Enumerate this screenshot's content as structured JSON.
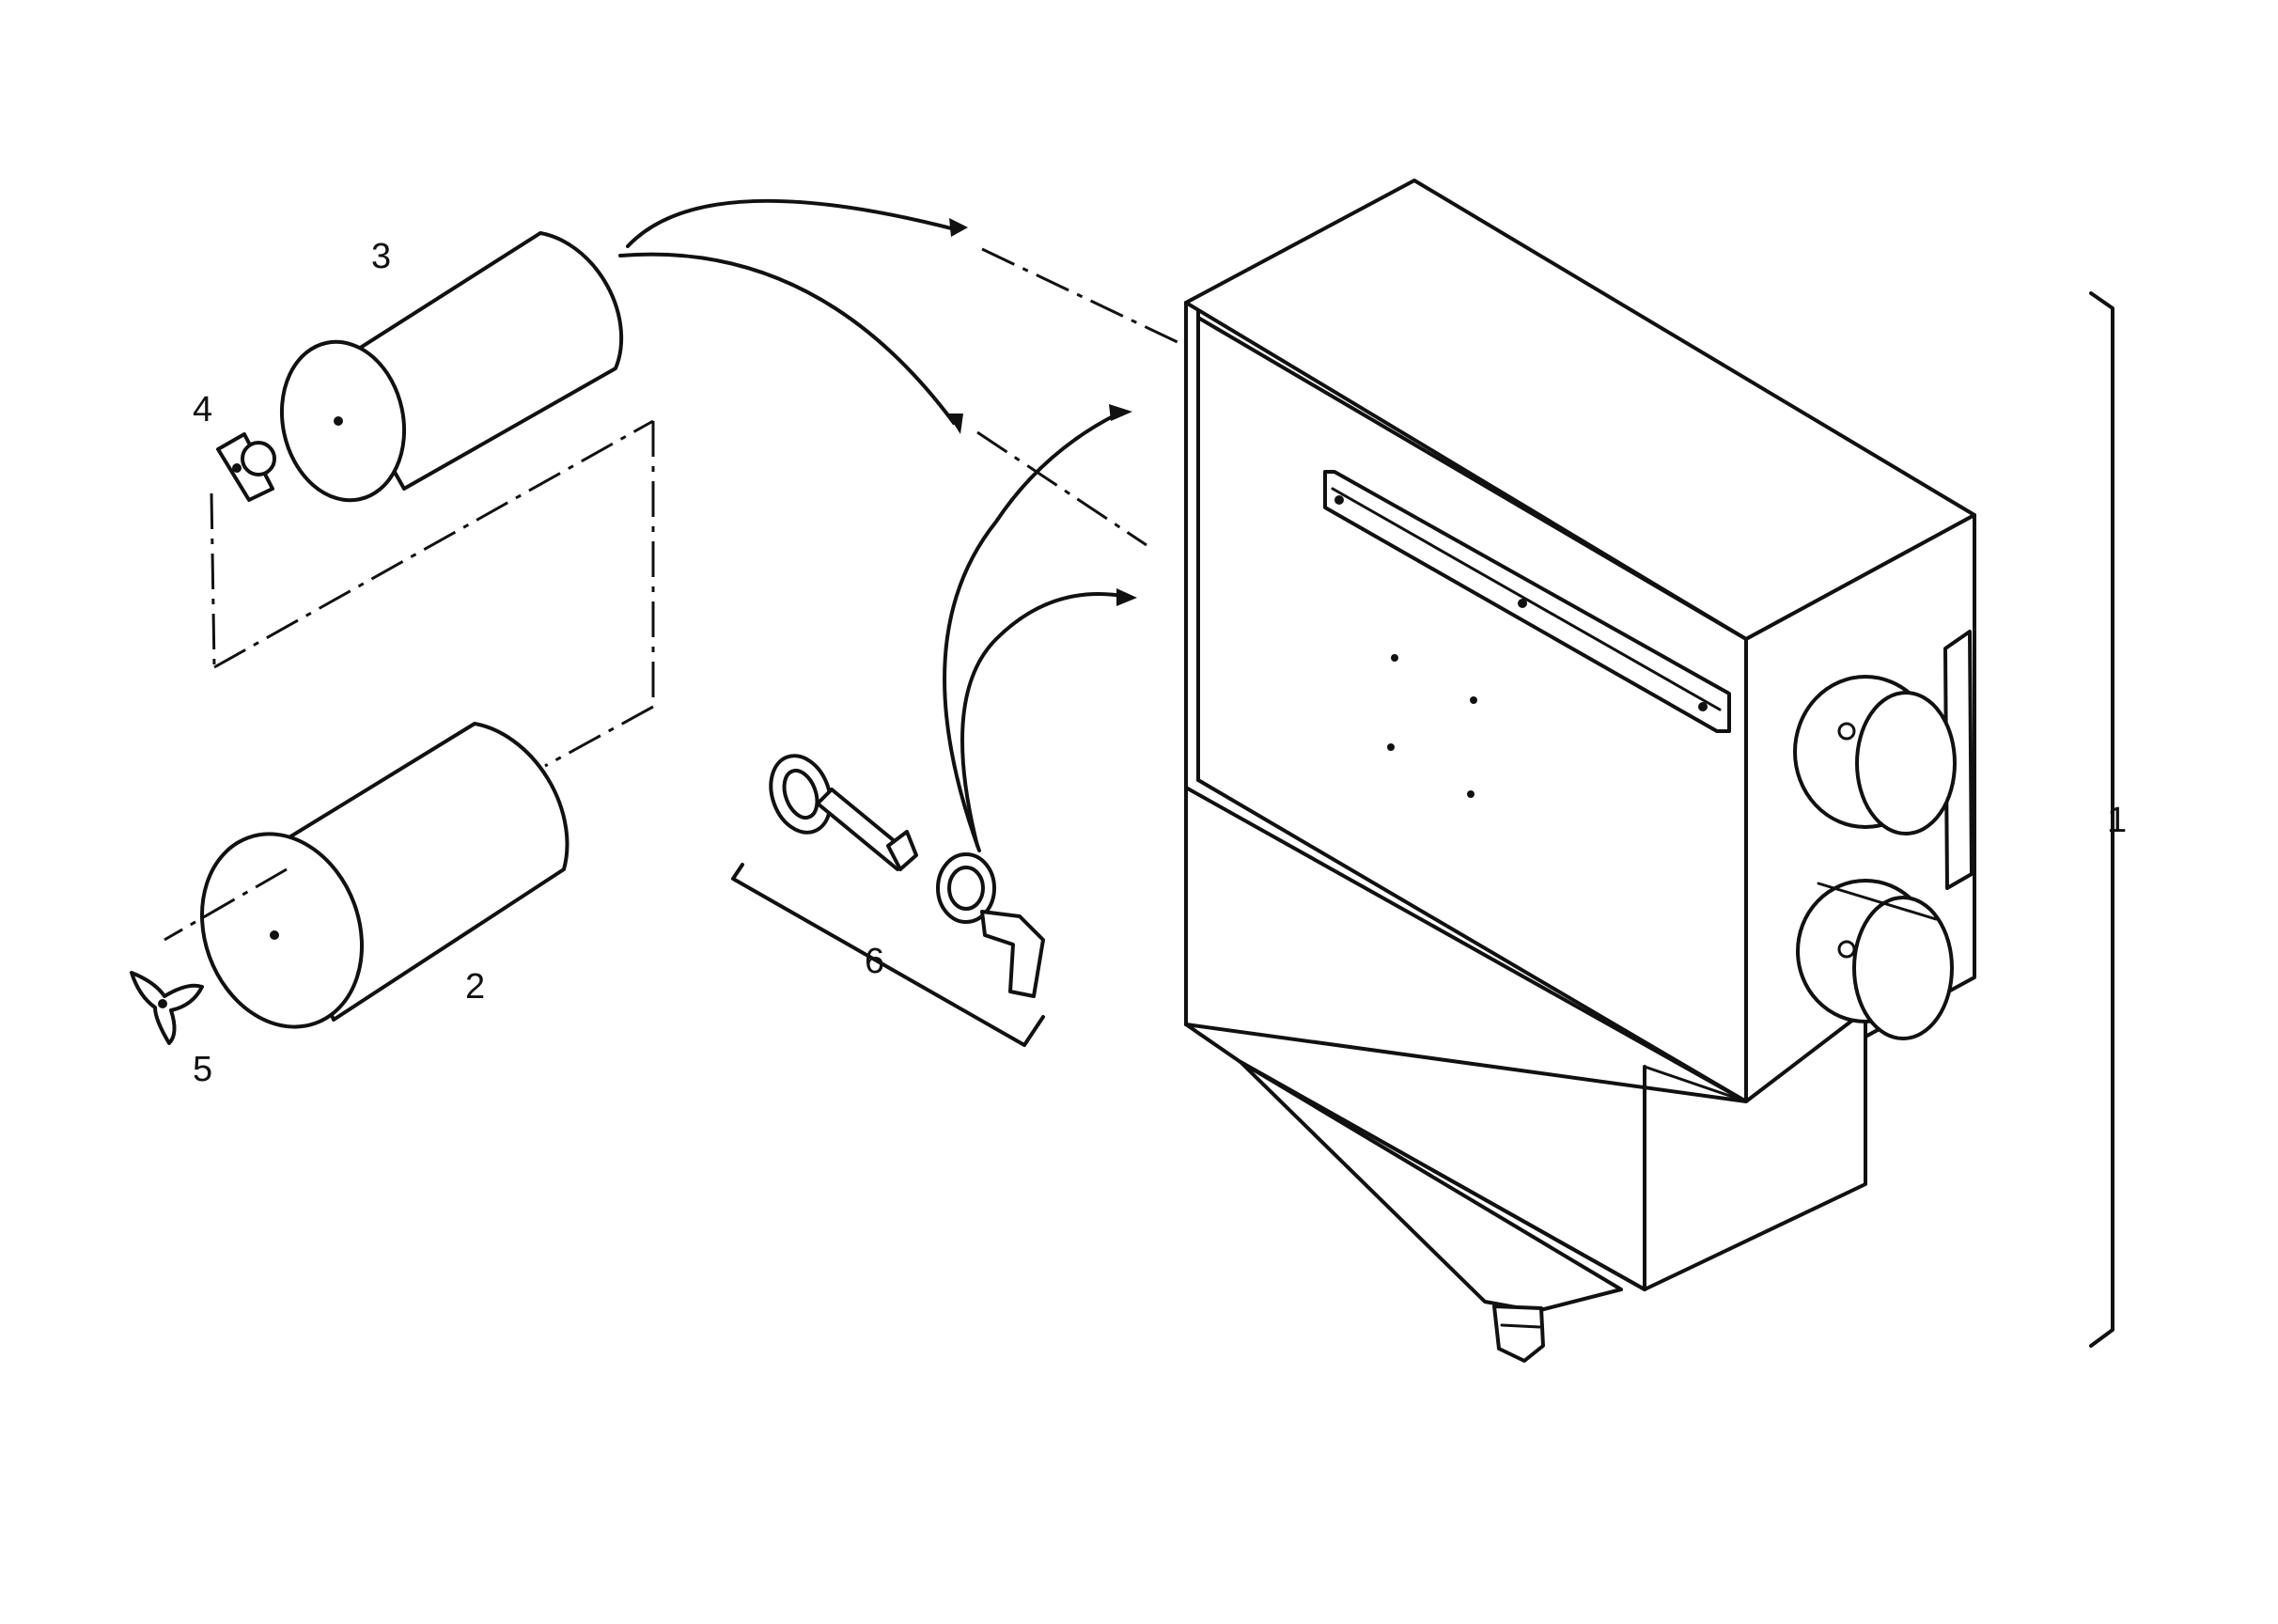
{
  "labels": {
    "item1": "1",
    "item2": "2",
    "item3": "3",
    "item4": "4",
    "item5": "5",
    "item6": "6"
  },
  "colors": {
    "line": "#111111",
    "background": "#ffffff",
    "mesh": "#333333"
  }
}
